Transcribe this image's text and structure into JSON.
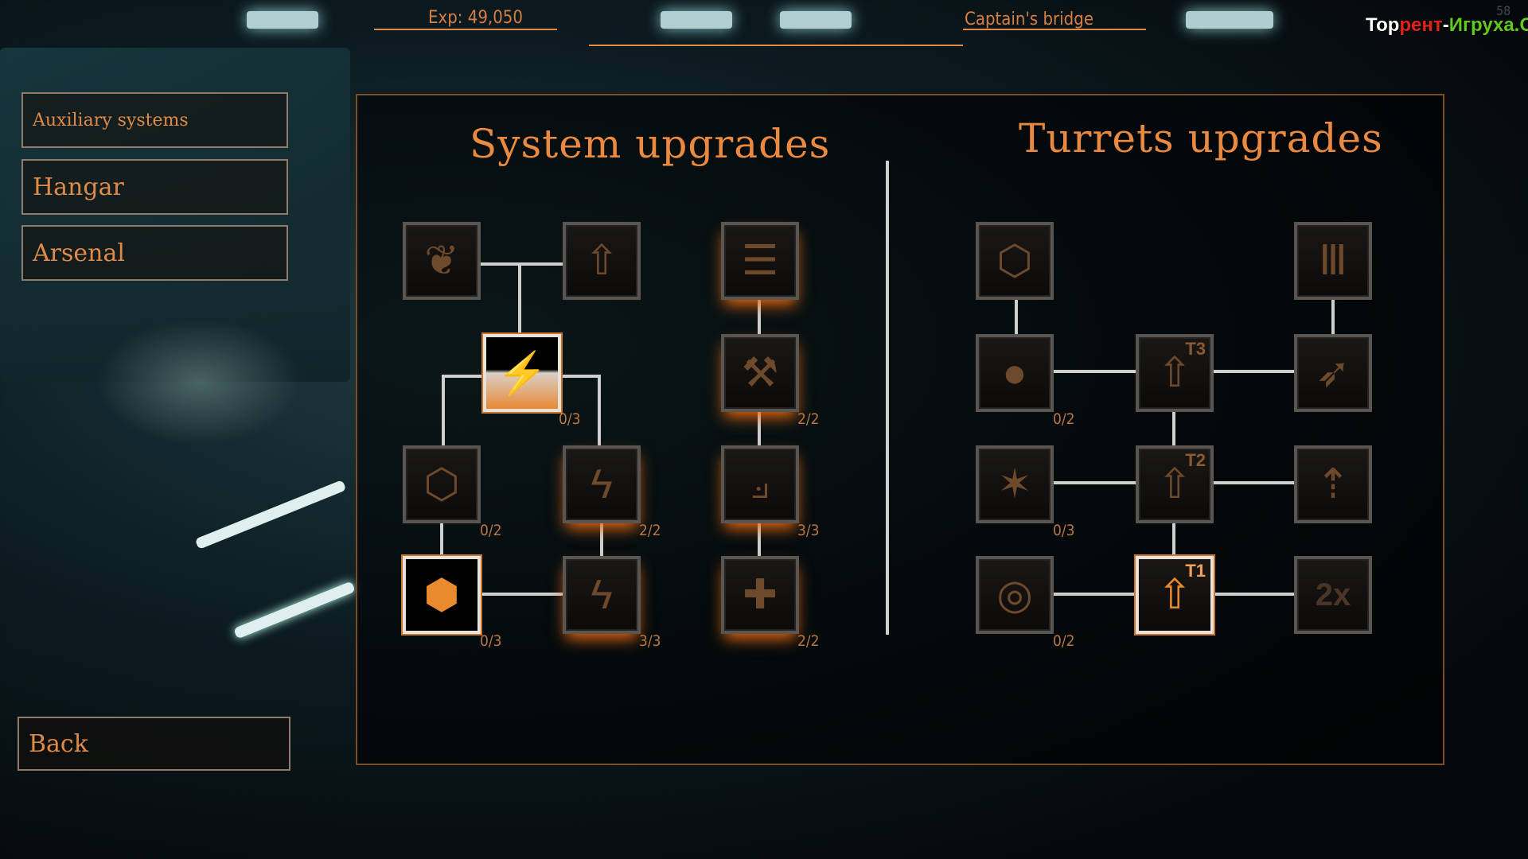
{
  "header": {
    "exp": "Exp: 49,050",
    "location": "Captain's bridge",
    "fps": "58"
  },
  "watermark": {
    "part1": "Тор",
    "part2": "рент",
    "part3": "-",
    "part4": "Игруха",
    "part5": ".Орг"
  },
  "menu": {
    "items": [
      {
        "label": "Auxiliary systems"
      },
      {
        "label": "Hangar"
      },
      {
        "label": "Arsenal"
      }
    ],
    "back": "Back"
  },
  "system": {
    "title": "System upgrades",
    "tiles": [
      {
        "icon": "laurel-badge-icon"
      },
      {
        "icon": "battery-boost-icon"
      },
      {
        "icon": "striped-armor-icon"
      },
      {
        "icon": "shield-lightning-icon",
        "count": "0/3",
        "state": "selected"
      },
      {
        "icon": "repair-tools-icon",
        "count": "2/2"
      },
      {
        "icon": "hex-shield-plus-icon",
        "count": "0/2"
      },
      {
        "icon": "lightning-circle-icon",
        "count": "2/2"
      },
      {
        "icon": "circuit-beam-icon",
        "count": "3/3"
      },
      {
        "icon": "hex-shield-icon",
        "count": "0/3",
        "state": "selected"
      },
      {
        "icon": "lightning-bolt-icon",
        "count": "3/3"
      },
      {
        "icon": "medical-cross-icon",
        "count": "2/2"
      }
    ]
  },
  "turrets": {
    "title": "Turrets upgrades",
    "tiles": [
      {
        "icon": "hex-energy-icon"
      },
      {
        "icon": "triple-barrel-icon"
      },
      {
        "icon": "shell-icon",
        "count": "0/2"
      },
      {
        "icon": "turret-tier-icon",
        "tier": "T3"
      },
      {
        "icon": "rockets-icon"
      },
      {
        "icon": "stars-icon",
        "count": "0/3"
      },
      {
        "icon": "turret-tier-icon",
        "tier": "T2"
      },
      {
        "icon": "missiles-icon"
      },
      {
        "icon": "spiral-upgrade-icon",
        "count": "0/2"
      },
      {
        "icon": "turret-tier-icon",
        "tier": "T1",
        "state": "selected"
      },
      {
        "icon": "double-damage-icon",
        "label": "2x"
      }
    ]
  },
  "colors": {
    "accent": "#ea8a40",
    "panel_border": "#7a4d25",
    "glow": "#e86a10"
  }
}
